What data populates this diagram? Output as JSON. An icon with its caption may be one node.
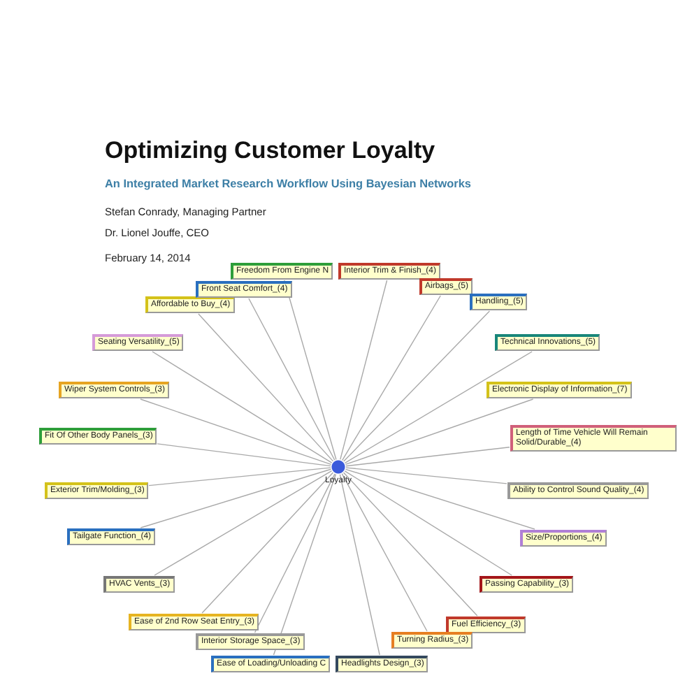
{
  "diagram": {
    "title": "Optimizing Customer Loyalty",
    "nodes": [
      {
        "text": [
          "Loyalty"
        ]
      },
      {
        "text": [
          "Freedom From Engine N"
        ]
      },
      {
        "text": [
          "Interior Trim & Finish_(4)"
        ]
      },
      {
        "text": [
          "Airbags_(5)"
        ]
      },
      {
        "text": [
          "Handling_(5)"
        ]
      },
      {
        "text": [
          "Technical Innovations_(5)"
        ]
      },
      {
        "text": [
          "Electronic Display of Information_(7)"
        ]
      },
      {
        "text": [
          "Length of Time Vehicle Will Remain Solid/Durable_(4)"
        ]
      },
      {
        "text": [
          "Ability to Control Sound Quality_(4)"
        ]
      },
      {
        "text": [
          "Size/Proportions_(4)"
        ]
      },
      {
        "text": [
          "Passing Capability_(3)"
        ]
      },
      {
        "text": [
          "Fuel Efficiency_(3)"
        ]
      },
      {
        "text": [
          "Turning Radius_(3)"
        ]
      },
      {
        "text": [
          "Headlights Design_(3)"
        ]
      },
      {
        "text": [
          "Ease of Loading/Unloading C"
        ]
      },
      {
        "text": [
          "Interior Storage Space_(3)"
        ]
      },
      {
        "text": [
          "Ease of 2nd Row Seat Entry_(3)"
        ]
      },
      {
        "text": [
          "HVAC Vents_(3)"
        ]
      },
      {
        "text": [
          "Tailgate Function_(4)"
        ]
      },
      {
        "text": [
          "Exterior Trim/Molding_(3)"
        ]
      },
      {
        "text": [
          "Fit Of Other Body Panels_(3)"
        ]
      },
      {
        "text": [
          "Wiper System Controls_(3)"
        ]
      },
      {
        "text": [
          "Seating Versatility_(5)"
        ]
      },
      {
        "text": [
          "Affordable to Buy_(4)"
        ]
      },
      {
        "text": [
          "Front Seat Comfort_(4)"
        ]
      }
    ],
    "edges": [
      {
        "from": 0,
        "to": 1,
        "arrow": "none"
      },
      {
        "from": 0,
        "to": 2,
        "arrow": "none"
      },
      {
        "from": 0,
        "to": 3,
        "arrow": "none"
      },
      {
        "from": 0,
        "to": 4,
        "arrow": "none"
      },
      {
        "from": 0,
        "to": 5,
        "arrow": "none"
      },
      {
        "from": 0,
        "to": 6,
        "arrow": "none"
      },
      {
        "from": 0,
        "to": 7,
        "arrow": "none"
      },
      {
        "from": 0,
        "to": 8,
        "arrow": "none"
      },
      {
        "from": 0,
        "to": 9,
        "arrow": "none"
      },
      {
        "from": 0,
        "to": 10,
        "arrow": "none"
      },
      {
        "from": 0,
        "to": 11,
        "arrow": "none"
      },
      {
        "from": 0,
        "to": 12,
        "arrow": "none"
      },
      {
        "from": 0,
        "to": 13,
        "arrow": "none"
      },
      {
        "from": 0,
        "to": 14,
        "arrow": "none"
      },
      {
        "from": 0,
        "to": 15,
        "arrow": "none"
      },
      {
        "from": 0,
        "to": 16,
        "arrow": "none"
      },
      {
        "from": 0,
        "to": 17,
        "arrow": "none"
      },
      {
        "from": 0,
        "to": 18,
        "arrow": "none"
      },
      {
        "from": 0,
        "to": 19,
        "arrow": "none"
      },
      {
        "from": 0,
        "to": 20,
        "arrow": "none"
      },
      {
        "from": 0,
        "to": 21,
        "arrow": "none"
      },
      {
        "from": 0,
        "to": 22,
        "arrow": "none"
      },
      {
        "from": 0,
        "to": 23,
        "arrow": "none"
      },
      {
        "from": 0,
        "to": 24,
        "arrow": "none"
      }
    ],
    "labels": [
      "An Integrated Market Research Workflow Using Bayesian Networks",
      "Stefan Conrady, Managing Partner",
      "Dr. Lionel Jouffe, CEO",
      "February 14, 2014"
    ]
  }
}
